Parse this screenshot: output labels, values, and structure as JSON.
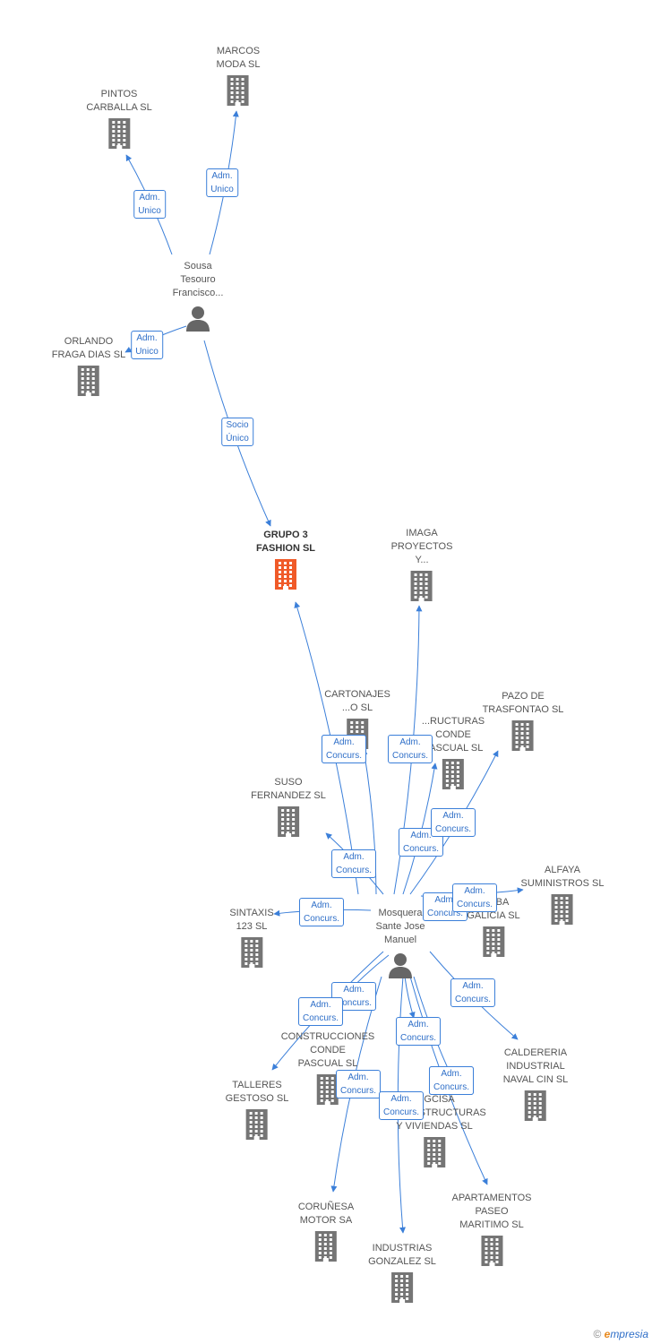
{
  "colors": {
    "edge": "#3b7fd9",
    "company_icon": "#757575",
    "focal_icon": "#f05a28",
    "person_icon": "#666666"
  },
  "nodes": [
    {
      "id": "marcos",
      "type": "company",
      "lines": [
        "MARCOS",
        "MODA SL"
      ]
    },
    {
      "id": "pintos",
      "type": "company",
      "lines": [
        "PINTOS",
        "CARBALLA SL"
      ]
    },
    {
      "id": "sousa",
      "type": "person",
      "lines": [
        "Sousa",
        "Tesouro",
        "Francisco..."
      ]
    },
    {
      "id": "orlando",
      "type": "company",
      "lines": [
        "ORLANDO",
        "FRAGA DIAS SL"
      ]
    },
    {
      "id": "grupo3",
      "type": "focal",
      "lines": [
        "GRUPO 3",
        "FASHION SL"
      ]
    },
    {
      "id": "imaga",
      "type": "company",
      "lines": [
        "IMAGA",
        "PROYECTOS",
        "Y..."
      ]
    },
    {
      "id": "cartonajes",
      "type": "company",
      "lines": [
        "CARTONAJES",
        "...O SL"
      ]
    },
    {
      "id": "estructuras",
      "type": "company",
      "lines": [
        "...RUCTURAS",
        "CONDE",
        "PASCUAL SL"
      ]
    },
    {
      "id": "pazo",
      "type": "company",
      "lines": [
        "PAZO DE",
        "TRASFONTAO SL"
      ]
    },
    {
      "id": "suso",
      "type": "company",
      "lines": [
        "SUSO",
        "FERNANDEZ SL"
      ]
    },
    {
      "id": "alfaya",
      "type": "company",
      "lines": [
        "ALFAYA",
        "SUMINISTROS SL"
      ]
    },
    {
      "id": "layba",
      "type": "company",
      "lines": [
        "LAYBA",
        "GALICIA SL"
      ]
    },
    {
      "id": "sintaxis",
      "type": "company",
      "lines": [
        "SINTAXIS",
        "123 SL"
      ]
    },
    {
      "id": "mosquera",
      "type": "person",
      "lines": [
        "Mosquera",
        "Sante Jose",
        "Manuel"
      ]
    },
    {
      "id": "construcciones",
      "type": "company",
      "lines": [
        "CONSTRUCCIONES",
        "CONDE",
        "PASCUAL SL"
      ]
    },
    {
      "id": "calderera",
      "type": "company",
      "lines": [
        "CALDERERIA",
        "INDUSTRIAL",
        "NAVAL CIN SL"
      ]
    },
    {
      "id": "talleres",
      "type": "company",
      "lines": [
        "TALLERES",
        "GESTOSO SL"
      ]
    },
    {
      "id": "ingcisa",
      "type": "company",
      "lines": [
        "INGCISA",
        "INFRAESTRUCTURAS",
        "Y VIVIENDAS SL"
      ]
    },
    {
      "id": "corunesa",
      "type": "company",
      "lines": [
        "CORUÑESA",
        "MOTOR SA"
      ]
    },
    {
      "id": "apartamentos",
      "type": "company",
      "lines": [
        "APARTAMENTOS",
        "PASEO",
        "MARITIMO SL"
      ]
    },
    {
      "id": "industrias",
      "type": "company",
      "lines": [
        "INDUSTRIAS",
        "GONZALEZ SL"
      ]
    }
  ],
  "edges": [
    {
      "from": "sousa",
      "to": "pintos",
      "label": [
        "Adm.",
        "Unico"
      ]
    },
    {
      "from": "sousa",
      "to": "marcos",
      "label": [
        "Adm.",
        "Unico"
      ]
    },
    {
      "from": "sousa",
      "to": "orlando",
      "label": [
        "Adm.",
        "Unico"
      ]
    },
    {
      "from": "sousa",
      "to": "grupo3",
      "label": [
        "Socio",
        "Único"
      ]
    },
    {
      "from": "mosquera",
      "to": "grupo3",
      "label": [
        "Adm.",
        "Concurs."
      ]
    },
    {
      "from": "mosquera",
      "to": "imaga",
      "label": [
        "Adm.",
        "Concurs."
      ]
    },
    {
      "from": "mosquera",
      "to": "cartonajes",
      "label": [
        "Adm.",
        "Concurs."
      ]
    },
    {
      "from": "mosquera",
      "to": "estructuras",
      "label": [
        "Adm.",
        "Concurs."
      ]
    },
    {
      "from": "mosquera",
      "to": "pazo",
      "label": [
        "Adm.",
        "Concurs."
      ]
    },
    {
      "from": "mosquera",
      "to": "suso",
      "label": [
        "Adm.",
        "Concurs."
      ]
    },
    {
      "from": "mosquera",
      "to": "layba",
      "label": [
        "Adm.",
        "Concurs."
      ]
    },
    {
      "from": "mosquera",
      "to": "alfaya",
      "label": [
        "Adm.",
        "Concurs."
      ]
    },
    {
      "from": "mosquera",
      "to": "sintaxis",
      "label": [
        "Adm.",
        "Concurs."
      ]
    },
    {
      "from": "mosquera",
      "to": "construcciones",
      "label": [
        "Adm.",
        "Concurs."
      ]
    },
    {
      "from": "mosquera",
      "to": "talleres",
      "label": [
        "Adm.",
        "Concurs."
      ]
    },
    {
      "from": "mosquera",
      "to": "calderera",
      "label": [
        "Adm.",
        "Concurs."
      ]
    },
    {
      "from": "mosquera",
      "to": "ingcisa",
      "label": [
        "Adm.",
        "Concurs."
      ]
    },
    {
      "from": "mosquera",
      "to": "corunesa",
      "label": [
        "Adm.",
        "Concurs."
      ]
    },
    {
      "from": "mosquera",
      "to": "apartamentos",
      "label": [
        "Adm.",
        "Concurs."
      ]
    },
    {
      "from": "mosquera",
      "to": "industrias",
      "label": [
        "Adm.",
        "Concurs."
      ]
    },
    {
      "from": "mosquera",
      "to": "grupo3",
      "label": [
        "Adm.",
        "Concurs."
      ]
    }
  ],
  "footer": {
    "copyright": "©",
    "brand_initial": "e",
    "brand_rest": "mpresia"
  }
}
